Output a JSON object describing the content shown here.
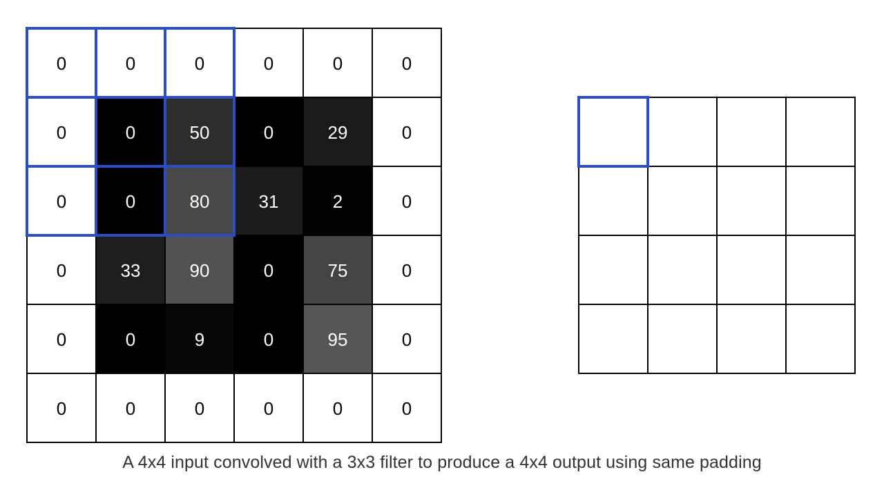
{
  "input_grid": {
    "values": [
      [
        "0",
        "0",
        "0",
        "0",
        "0",
        "0"
      ],
      [
        "0",
        "0",
        "50",
        "0",
        "29",
        "0"
      ],
      [
        "0",
        "0",
        "80",
        "31",
        "2",
        "0"
      ],
      [
        "0",
        "33",
        "90",
        "0",
        "75",
        "0"
      ],
      [
        "0",
        "0",
        "9",
        "0",
        "95",
        "0"
      ],
      [
        "0",
        "0",
        "0",
        "0",
        "0",
        "0"
      ]
    ],
    "padding_color": "#ffffff",
    "padding_text_color": "#000000",
    "inner_text_color": "#ffffff",
    "border_color": "#000000"
  },
  "output_grid": {
    "rows": 4,
    "cols": 4,
    "fill": "#ffffff",
    "border_color": "#000000"
  },
  "filter_highlight": {
    "color": "#2a4fc4",
    "input_window": {
      "row": 0,
      "col": 0,
      "size": 3
    },
    "output_cell": {
      "row": 0,
      "col": 0
    }
  },
  "caption": "A 4x4 input convolved with a 3x3 filter to produce a 4x4 output using same padding"
}
